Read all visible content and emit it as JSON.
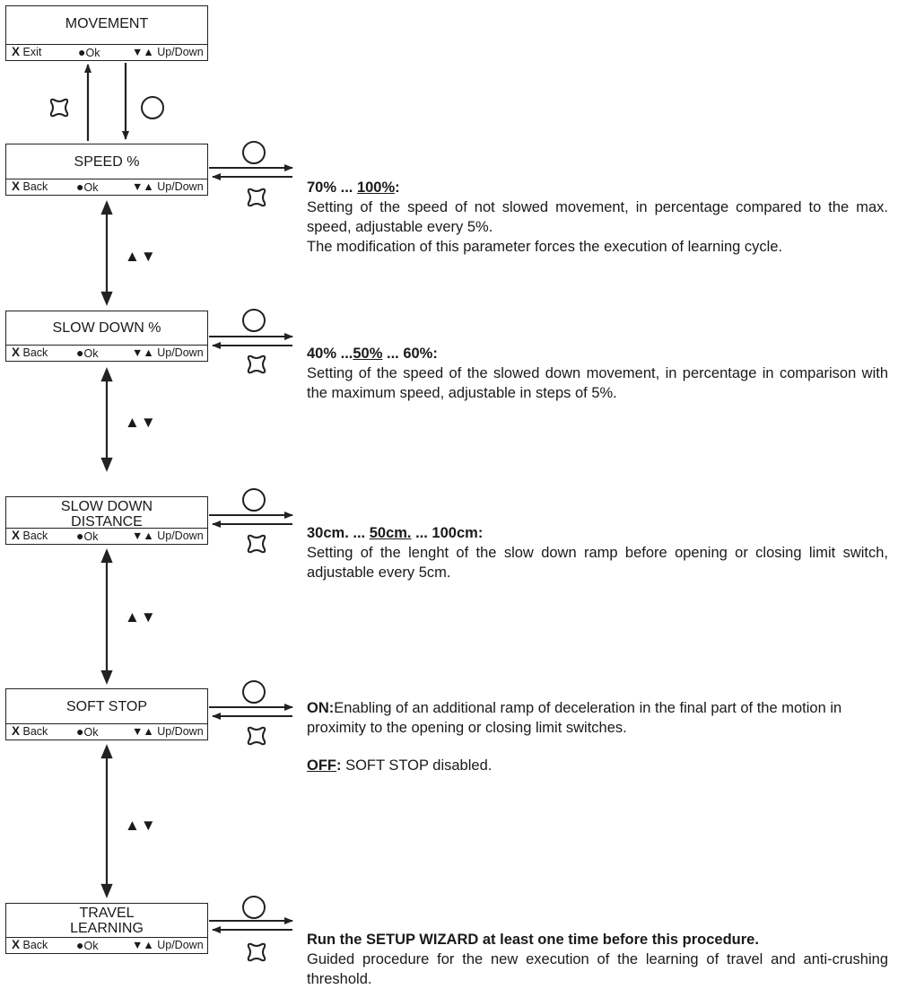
{
  "top": {
    "title": "MOVEMENT",
    "keys": {
      "x": "X",
      "exit": "Exit",
      "dot": "●",
      "ok": "Ok",
      "arrows": "▼▲",
      "updown": "Up/Down"
    }
  },
  "key_back": {
    "x": "X",
    "back": "Back",
    "dot": "●",
    "ok": "Ok",
    "arrows": "▼▲",
    "updown": "Up/Down"
  },
  "nav_symbol": "▲▼",
  "menus": [
    {
      "title": "SPEED %"
    },
    {
      "title": "SLOW DOWN %"
    },
    {
      "title_1": "SLOW DOWN",
      "title_2": "DISTANCE"
    },
    {
      "title": "SOFT STOP"
    },
    {
      "title_1": "TRAVEL",
      "title_2": "LEARNING"
    }
  ],
  "descriptions": {
    "speed": {
      "heading_a": "70% ... ",
      "heading_default": "100%",
      "heading_b": ":",
      "line1": "Setting of the speed of not slowed movement, in percentage compared to the max. speed, adjustable every 5%.",
      "line2": "The modification of this parameter forces the execution of learning cycle."
    },
    "slowdown": {
      "heading_a": "40% ...",
      "heading_default": "50%",
      "heading_b": " ... 60%:",
      "line1": "Setting of the speed of the slowed down movement, in percentage in comparison with the maximum speed, adjustable in steps of 5%."
    },
    "distance": {
      "heading_a": "30cm. ... ",
      "heading_default": "50cm.",
      "heading_b": " ... 100cm:",
      "line1": "Setting of the lenght of the slow down ramp before opening or closing limit switch, adjustable every 5cm."
    },
    "softstop": {
      "on_label": "ON:",
      "on_text": "Enabling of an additional  ramp of deceleration in the final part of the motion in proximity to the opening or closing limit switches.",
      "off_label": "OFF",
      "off_colon": ":",
      "off_text": " SOFT STOP disabled."
    },
    "learning": {
      "heading": "Run the SETUP WIZARD at least one time before this procedure.",
      "line1": "Guided procedure for the new execution of the learning of travel and anti-crushing threshold."
    }
  }
}
